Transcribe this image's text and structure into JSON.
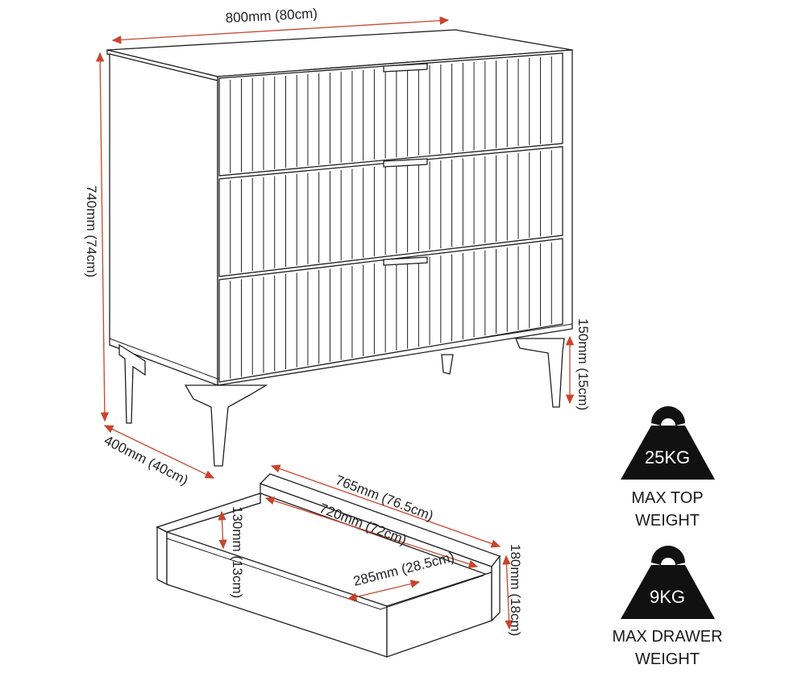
{
  "diagram": {
    "dimensions": {
      "width": "800mm (80cm)",
      "height": "740mm (74cm)",
      "depth": "400mm (40cm)",
      "leg_height": "150mm (15cm)",
      "drawer_outer_width": "765mm (76.5cm)",
      "drawer_inner_width": "720mm (72cm)",
      "drawer_inner_height": "130mm (13cm)",
      "drawer_depth": "285mm (28.5cm)",
      "drawer_front_height": "180mm (18cm)"
    },
    "weights": [
      {
        "value": "25KG",
        "caption_line1": "MAX TOP",
        "caption_line2": "WEIGHT"
      },
      {
        "value": "9KG",
        "caption_line1": "MAX DRAWER",
        "caption_line2": "WEIGHT"
      }
    ],
    "colors": {
      "dimension_line": "#c8452c",
      "outline": "#1f1f1f",
      "weight_icon": "#111111"
    },
    "icons": [
      "weight-icon",
      "weight-icon"
    ]
  }
}
